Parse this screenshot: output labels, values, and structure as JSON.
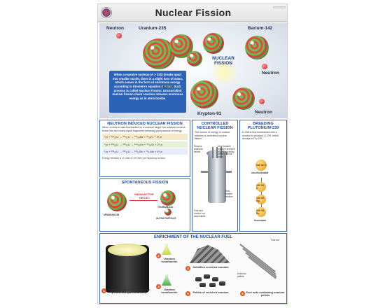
{
  "poster": {
    "title": "Nuclear Fission"
  },
  "hero": {
    "labels": {
      "neutron_top": "Neutron",
      "uranium": "Uranium-235",
      "barium": "Barium-142",
      "center": "NUCLEAR FISSION",
      "neutron_right": "Neutron",
      "neutron_bottom": "Neutron",
      "krypton": "Krypton-91"
    },
    "callout_before": "When a massive nucleus (A > 230) breaks apart into smaller nuclei, there is a slight loss of mass, which comes in the form of enormous energy according to Einstein's equation",
    "callout_eq": "E = mc².",
    "callout_after": "Such process is called Nuclear Fission. Uncontrolled nuclear fission chain reaction releases enormous energy as in atom bombs."
  },
  "neutron_induced": {
    "title": "NEUTRON INDUCED NUCLEAR FISSION",
    "text": "When a neutron was bombarded on a uranium target, the uranium nucleus broke into two nearly equal fragments releasing great amount of energy.",
    "eq1": "¹₀n + ²³⁵₉₂U → ²³⁶₉₂U → ¹⁴¹₅₆Ba + ⁹²₃₆Kr + 3¹₀n",
    "eq2": "¹₀n + ²³⁵₉₂U → ²³⁶₉₂U → ¹⁴⁴₅₄Xe + ⁹⁰₃₈Sr + 2¹₀n",
    "eq3": "¹₀n + ²³⁵₉₂U → ²³⁶₉₂U → ¹³³₅₁Sb + ⁹⁹₄₁Nb + 4¹₀n",
    "energy": "Energy released is of order of 200 MeV per fissioning nucleus."
  },
  "spontaneous": {
    "title": "SPONTANEOUS FISSION",
    "decay": "RADIOACTIVE DECAY",
    "uranium": "URANIUM-238",
    "thorium": "THORIUM-234",
    "alpha": "ALPHA PARTICLE"
  },
  "controlled": {
    "title": "CONTROLLED NUCLEAR FISSION",
    "text": "The source of energy in nuclear reactors is controlled nuclear fission.",
    "labels": {
      "vessel": "Reactor pressure vessel",
      "heat_transfer": "Heat transfer medium pumped in and out along primary circuit pipes",
      "heat_medium": "Heat transfer medium",
      "fuel": "Fuel and control rod assemblies"
    }
  },
  "breeding": {
    "title": "BREEDING PLUTONIUM-239",
    "text": "U-238 is first bombarded with a neutron to produce U-239, which decays to Pu-239.",
    "n1": "238 92 U",
    "non_fissionable": "non-fissionable",
    "n2": "239 92 U",
    "n3": "239 93 Np",
    "n4": "239 94 Pu",
    "fissionable": "fissionable"
  },
  "enrichment": {
    "title": "ENRICHMENT OF THE NUCLEAR FUEL",
    "steps": [
      {
        "num": "1",
        "caption": "Treating uranium mineral to form yellow cake (88% uranium)"
      },
      {
        "num": "2",
        "caption": "Uranium hexafluoride"
      },
      {
        "num": "3",
        "caption": "Uranium hexafluoride"
      },
      {
        "num": "4",
        "caption": "Solidified enriched uranium"
      },
      {
        "num": "5",
        "caption": "Pellets of enriched uranium"
      },
      {
        "num": "6",
        "caption": "Fuel rods containing uranium pellets"
      }
    ],
    "fuel_rod": "Fuel rod",
    "pellets": "Uranium pellets"
  }
}
